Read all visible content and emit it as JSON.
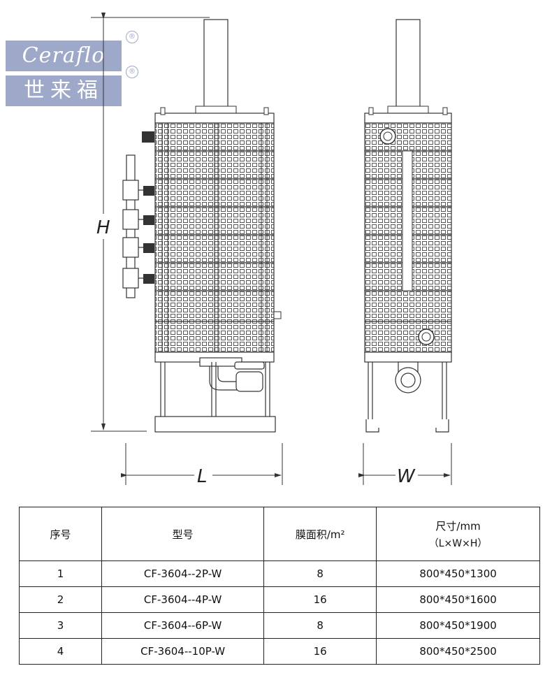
{
  "logo": {
    "english": "Ceraflo",
    "chinese": "世来福",
    "registered_mark": "®"
  },
  "drawing": {
    "height_label": "H",
    "length_label": "L",
    "width_label": "W"
  },
  "table": {
    "headers": {
      "index": "序号",
      "model": "型号",
      "area": "膜面积/m²",
      "size": "尺寸/mm",
      "size_sub": "（L×W×H）"
    },
    "rows": [
      {
        "index": "1",
        "model": "CF-3604--2P-W",
        "area": "8",
        "size": "800*450*1300"
      },
      {
        "index": "2",
        "model": "CF-3604--4P-W",
        "area": "16",
        "size": "800*450*1600"
      },
      {
        "index": "3",
        "model": "CF-3604--6P-W",
        "area": "8",
        "size": "800*450*1900"
      },
      {
        "index": "4",
        "model": "CF-3604--10P-W",
        "area": "16",
        "size": "800*450*2500"
      }
    ]
  }
}
